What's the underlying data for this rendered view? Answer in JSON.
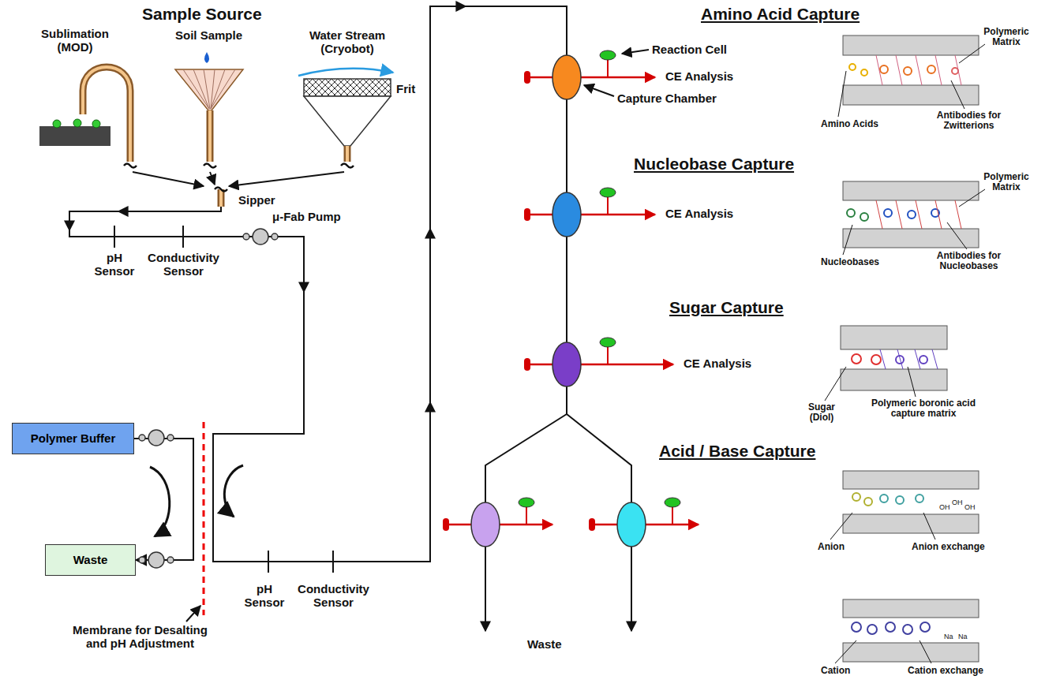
{
  "diagram": {
    "nodes": [
      {
        "text": [
          "Polymer Buffer"
        ]
      },
      {
        "text": [
          "Waste"
        ]
      }
    ],
    "edges": [
      {
        "from": 0,
        "to": 1,
        "arrow": "to"
      }
    ],
    "labels": [
      "Sample Source",
      "Sublimation (MOD)",
      "Soil Sample",
      "Water Stream (Cryobot)",
      "Frit",
      "Sipper",
      "pH Sensor",
      "Conductivity Sensor",
      "μ-Fab Pump",
      "Membrane for Desalting and pH Adjustment",
      "pH Sensor",
      "Conductivity Sensor",
      "Amino Acid Capture",
      "Reaction Cell",
      "CE Analysis",
      "Capture Chamber",
      "Polymeric Matrix",
      "Amino Acids",
      "Antibodies for Zwitterions",
      "Nucleobase Capture",
      "CE Analysis",
      "Polymeric Matrix",
      "Nucleobases",
      "Antibodies for Nucleobases",
      "Sugar Capture",
      "CE Analysis",
      "Sugar (Diol)",
      "Polymeric boronic acid capture matrix",
      "Acid / Base Capture",
      "Anion",
      "Anion exchange",
      "OH",
      "OH",
      "OH",
      "Cation",
      "Cation exchange",
      "Na",
      "Na",
      "Waste"
    ]
  }
}
